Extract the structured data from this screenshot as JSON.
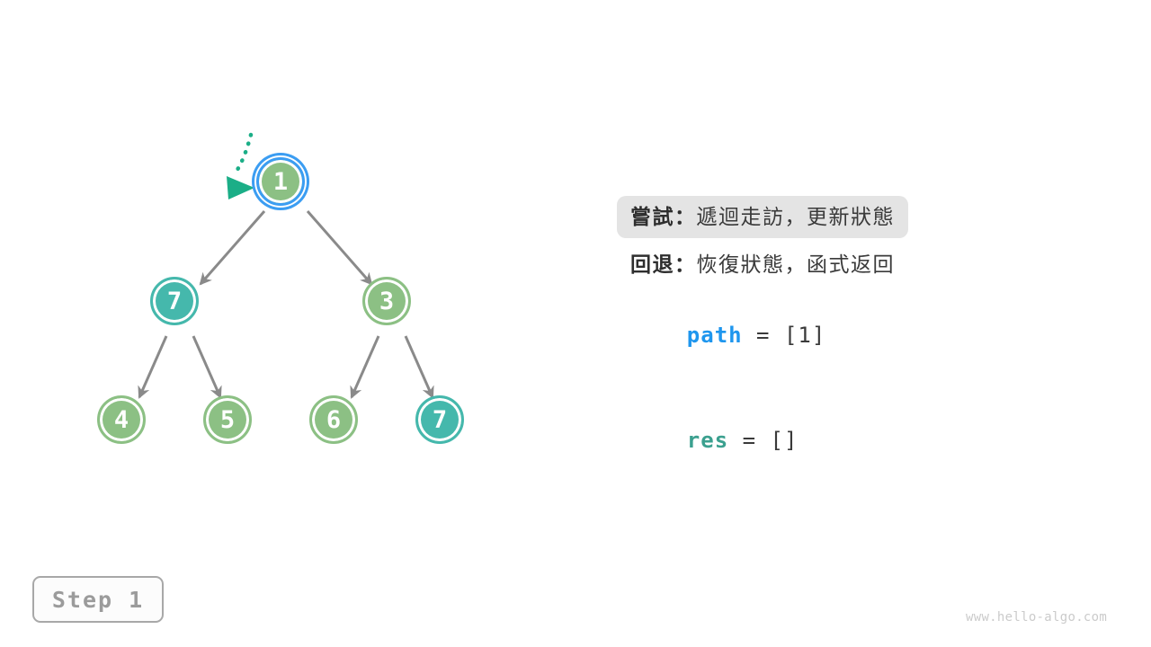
{
  "diagram": {
    "tree": {
      "nodes": [
        {
          "value": "1",
          "kind": "current"
        },
        {
          "value": "7",
          "kind": "teal"
        },
        {
          "value": "3",
          "kind": "green"
        },
        {
          "value": "4",
          "kind": "green"
        },
        {
          "value": "5",
          "kind": "green"
        },
        {
          "value": "6",
          "kind": "green"
        },
        {
          "value": "7",
          "kind": "teal"
        }
      ]
    },
    "panel": {
      "try_label": "嘗試：",
      "try_text": "遞迴走訪，更新狀態",
      "back_label": "回退：",
      "back_text": "恢復狀態，函式返回",
      "path_var": "path",
      "path_rest": " = [1]",
      "res_var": "res",
      "res_rest": " = []"
    },
    "step_label": "Step 1",
    "watermark": "www.hello-algo.com"
  },
  "colors": {
    "node-green": "#8CC084",
    "node-teal": "#45B8AC",
    "ring-blue": "#3B9DF2",
    "edge-gray": "#8A8A8A",
    "arrow-teal": "#1BAE87",
    "code-blue": "#1E96EE",
    "code-teal": "#3BA08F",
    "text-dark": "#3A3A3A",
    "highlight-bg": "#E4E4E4",
    "step-gray": "#9B9B9B",
    "step-border": "#A8A8A8",
    "watermark-gray": "#CBCBCB"
  }
}
